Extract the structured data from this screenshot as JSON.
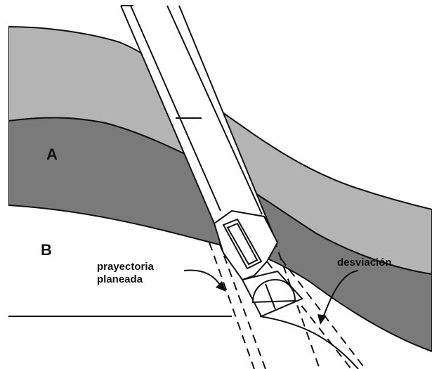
{
  "labels": {
    "layer_a": "A",
    "layer_b": "B",
    "planned_line1": "prayectoria",
    "planned_line2": "planeada",
    "deviation": "desviación"
  },
  "colors": {
    "upper_layer": "#b4b4b4",
    "middle_layer": "#7a7a7a",
    "background": "#ffffff",
    "stroke": "#111111"
  }
}
